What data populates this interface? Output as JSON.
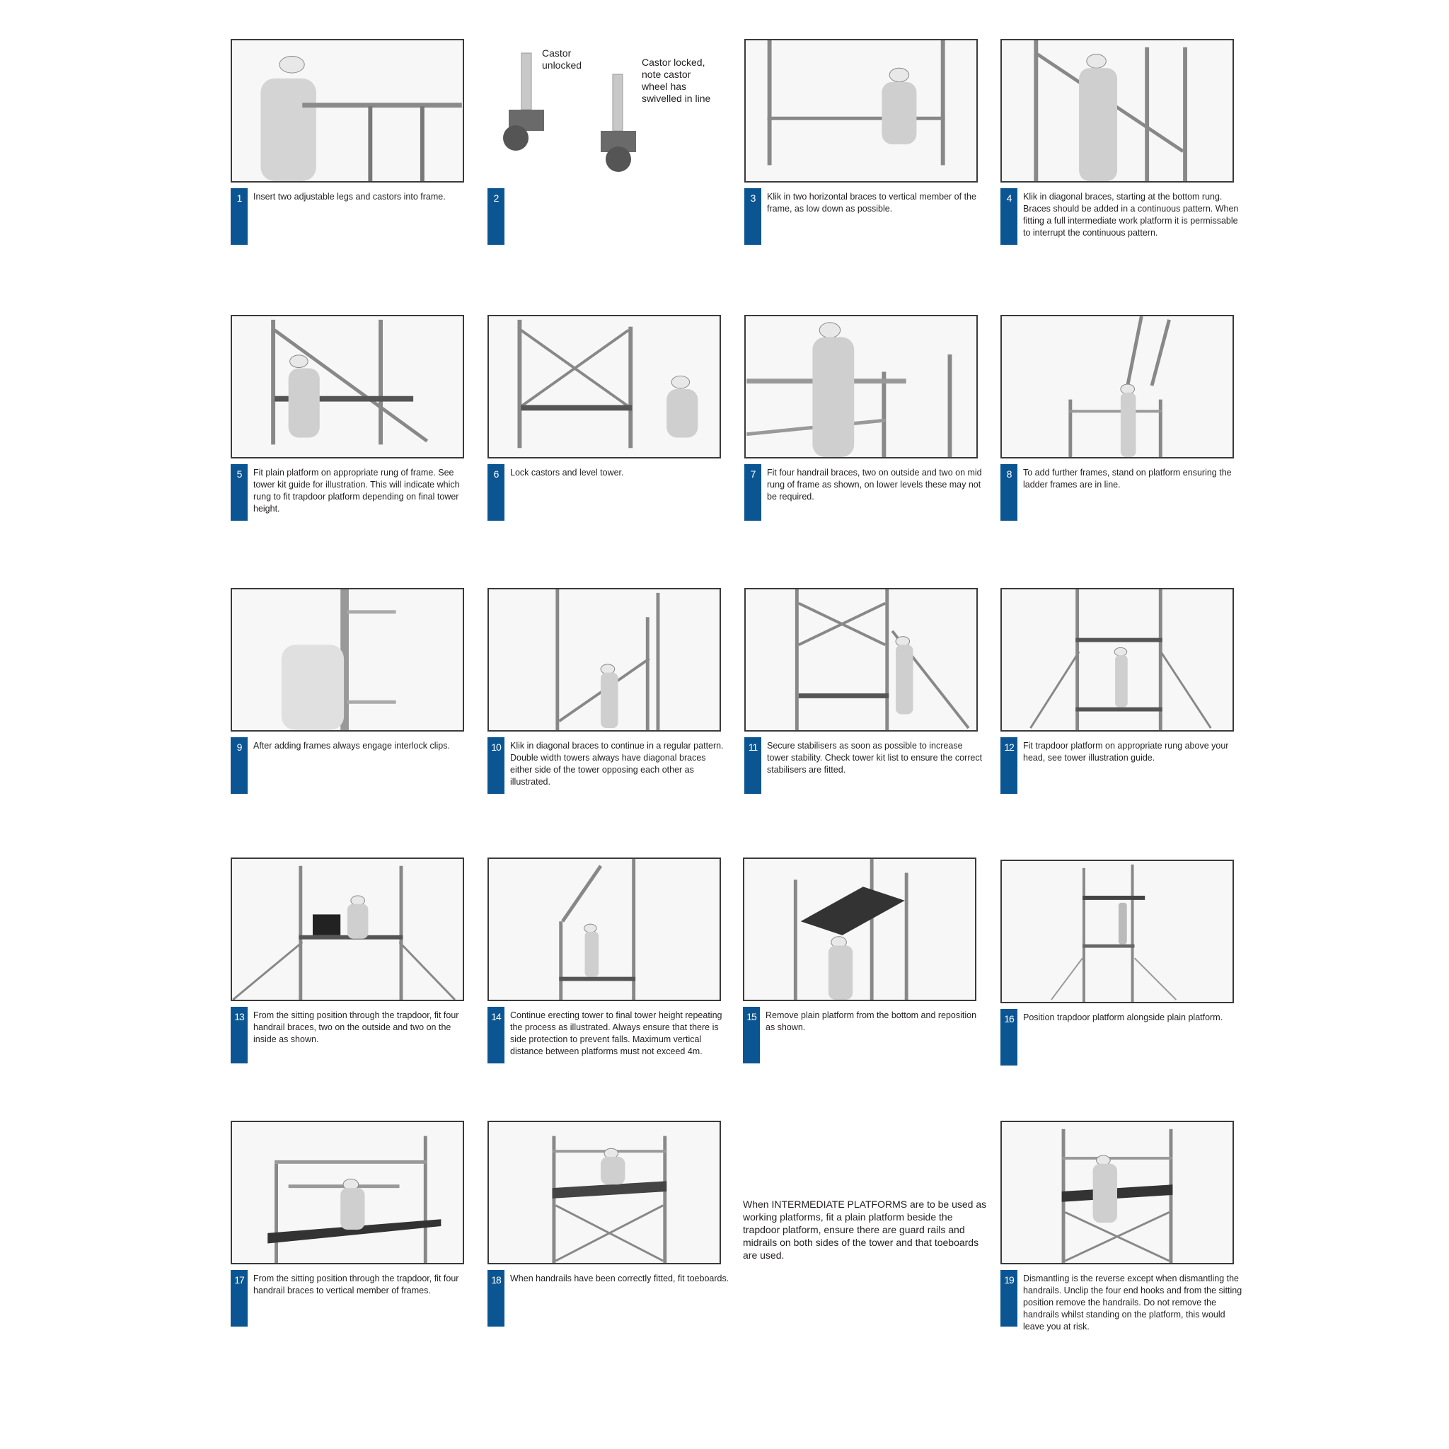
{
  "document": {
    "brand_color": "#0b5592",
    "steps": [
      {
        "number": "1",
        "text": "Insert two adjustable legs and castors into frame.",
        "illustration": "worker-inserting-legs-photo"
      },
      {
        "number": "2",
        "text": "",
        "illustration": "castor-lock-photo",
        "callouts": {
          "unlocked": "Castor unlocked",
          "locked": "Castor locked, note castor wheel has swivelled in line"
        }
      },
      {
        "number": "3",
        "text": "Klik in two horizontal braces to vertical member of the frame, as low down as possible.",
        "illustration": "worker-fitting-horizontal-braces-photo"
      },
      {
        "number": "4",
        "text": "Klik in diagonal braces, starting at the bottom rung. Braces should be added in a continuous pattern. When fitting a full intermediate work platform it is permissable to interrupt the continuous pattern.",
        "illustration": "worker-fitting-diagonal-braces-photo"
      },
      {
        "number": "5",
        "text": "Fit plain platform on appropriate rung of frame. See tower kit guide for illustration. This will indicate which rung to fit trapdoor platform depending on final tower height.",
        "illustration": "worker-fitting-plain-platform-photo"
      },
      {
        "number": "6",
        "text": "Lock castors and level tower.",
        "illustration": "worker-locking-castors-photo"
      },
      {
        "number": "7",
        "text": "Fit four handrail braces, two on outside and two on mid rung of frame as shown, on lower levels these may not be required.",
        "illustration": "worker-fitting-handrail-braces-photo"
      },
      {
        "number": "8",
        "text": "To add further frames, stand on platform ensuring the ladder frames are in line.",
        "illustration": "worker-adding-frames-photo"
      },
      {
        "number": "9",
        "text": "After adding frames always engage interlock clips.",
        "illustration": "interlock-clips-photo"
      },
      {
        "number": "10",
        "text": "Klik in diagonal braces to continue in a regular pattern. Double width towers always have diagonal braces either side of the tower opposing each other as illustrated.",
        "illustration": "worker-diagonal-braces-upper-photo"
      },
      {
        "number": "11",
        "text": "Secure stabilisers as soon as possible to increase tower stability. Check tower kit list to ensure the correct stabilisers are fitted.",
        "illustration": "worker-securing-stabilisers-photo"
      },
      {
        "number": "12",
        "text": "Fit trapdoor platform on appropriate rung above your head, see tower illustration guide.",
        "illustration": "worker-fitting-trapdoor-platform-photo"
      },
      {
        "number": "13",
        "text": "From the sitting position through the trapdoor, fit four handrail braces, two on the outside and two on the inside as shown.",
        "illustration": "worker-sitting-trapdoor-photo"
      },
      {
        "number": "14",
        "text": "Continue erecting tower to final tower height repeating the process as illustrated. Always ensure that there is side protection to prevent falls. Maximum vertical distance between platforms must not exceed 4m.",
        "illustration": "worker-continuing-erection-photo"
      },
      {
        "number": "15",
        "text": "Remove plain platform from the bottom and reposition as shown.",
        "illustration": "worker-repositioning-platform-photo"
      },
      {
        "number": "16",
        "text": "Position trapdoor platform alongside plain platform.",
        "illustration": "worker-positioning-trapdoor-photo"
      },
      {
        "number": "17",
        "text": "From the sitting position through the trapdoor, fit four handrail braces to vertical member of frames.",
        "illustration": "worker-fitting-top-handrails-photo"
      },
      {
        "number": "18",
        "text": "When handrails have been correctly fitted, fit toeboards.",
        "illustration": "worker-fitting-toeboards-photo"
      },
      {
        "number": "19",
        "text": "Dismantling is the reverse except when dismantling the handrails. Unclip the four end hooks and from the sitting position remove the handrails. Do not remove the handrails whilst standing on the platform, this would leave you at risk.",
        "illustration": "worker-dismantling-handrails-photo"
      }
    ],
    "intermediate_note": "When INTERMEDIATE PLATFORMS are to be used as working platforms, fit a plain platform beside the trapdoor platform, ensure there are guard rails and midrails on both sides of the tower and that toeboards are used."
  }
}
